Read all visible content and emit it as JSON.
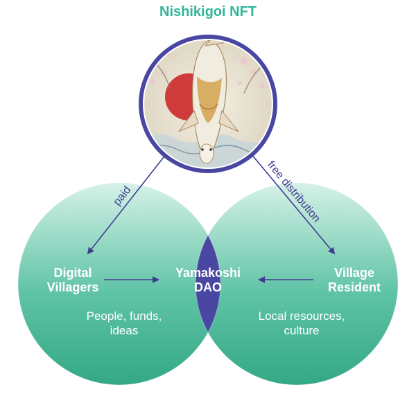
{
  "title": "Nishikigoi NFT",
  "center": {
    "name": "Yamakoshi\nDAO"
  },
  "left": {
    "name": "Digital\nVillagers",
    "desc": "People, funds,\nideas"
  },
  "right": {
    "name": "Village\nResident",
    "desc": "Local resources,\nculture"
  },
  "edges": {
    "paid": "paid",
    "free": "free distribution"
  },
  "colors": {
    "teal_dark": "#3bb08f",
    "teal_light": "#d6f1e8",
    "indigo": "#4a47a3",
    "arrow": "#3f3d8f",
    "title": "#2fb59a"
  },
  "icons": {
    "koi": "koi-fish-illustration"
  }
}
